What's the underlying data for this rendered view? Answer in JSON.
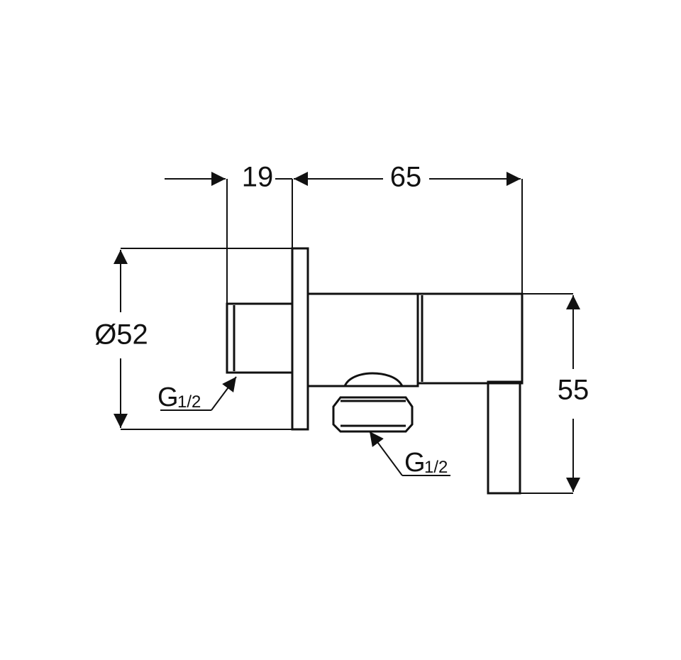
{
  "drawing": {
    "dimensions": {
      "flange_depth": "19",
      "body_length": "65",
      "flange_diameter": "Ø52",
      "handle_height": "55"
    },
    "thread_left": {
      "main": "G",
      "sub": "1/2"
    },
    "thread_bottom": {
      "main": "G",
      "sub": "1/2"
    }
  },
  "colors": {
    "line": "#111111",
    "background": "#ffffff"
  }
}
